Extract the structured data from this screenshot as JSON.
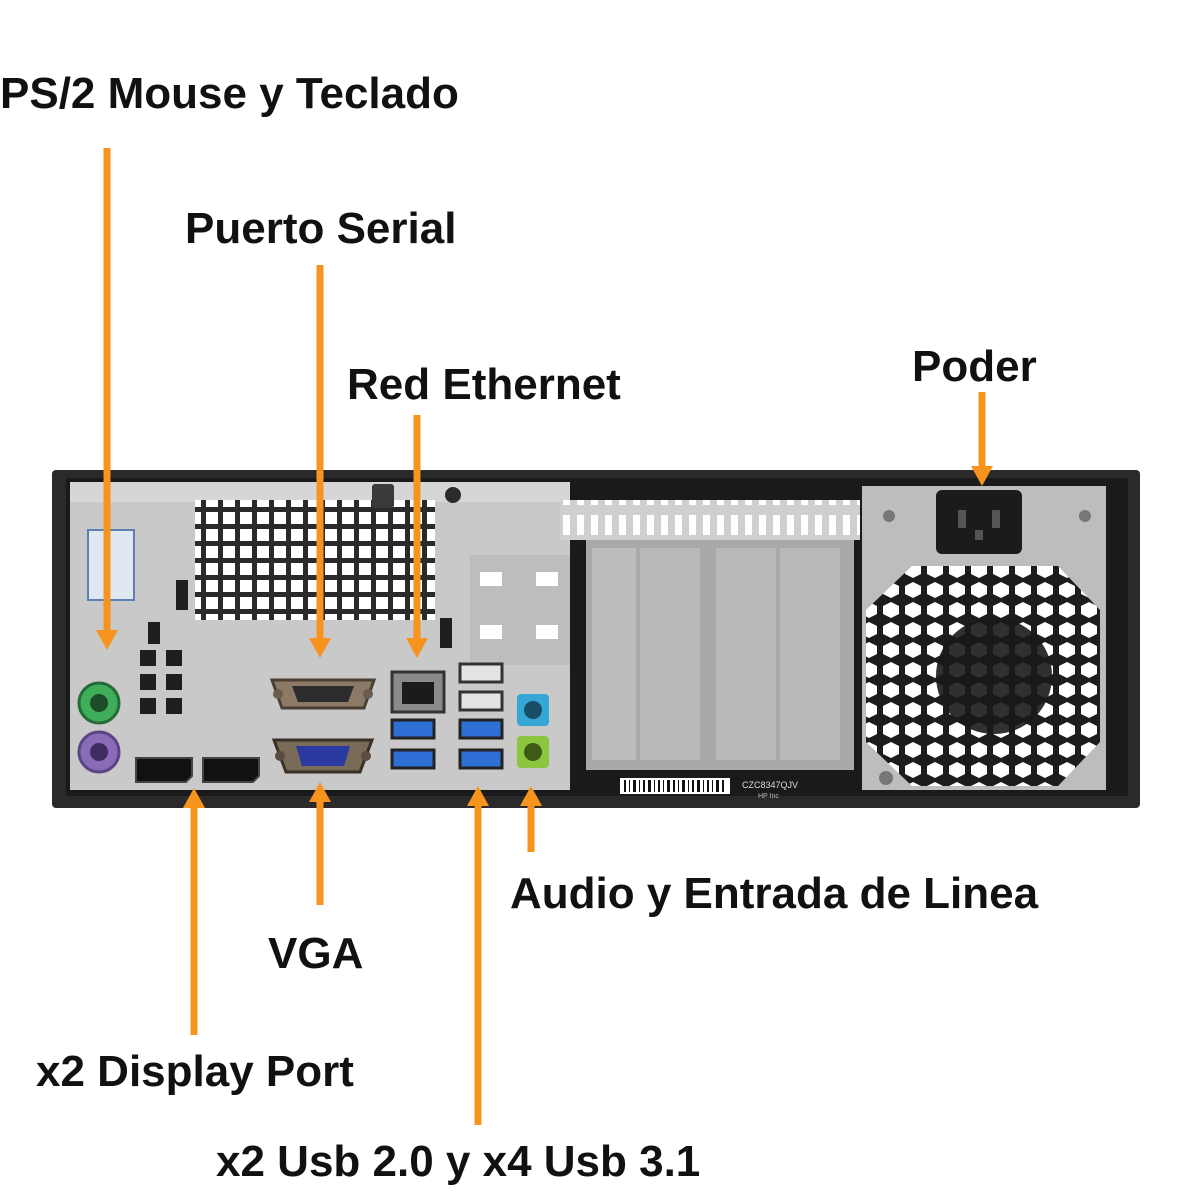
{
  "labels": {
    "ps2": "PS/2 Mouse y Teclado",
    "serial": "Puerto Serial",
    "ethernet": "Red Ethernet",
    "power": "Poder",
    "audio": "Audio y Entrada de Linea",
    "vga": "VGA",
    "displayport": "x2 Display Port",
    "usb": "x2 Usb 2.0 y x4 Usb 3.1"
  },
  "chassis_text": {
    "serial_number": "CZC8347QJV",
    "maker": "HP Inc"
  },
  "colors": {
    "arrow": "#f7941d",
    "chassis": "#2a2a2a",
    "panel": "#c8c8c8",
    "usb3_blue": "#2e6fd6",
    "ps2_mouse": "#3fae5a",
    "ps2_keyboard": "#8a6bb8",
    "audio_in": "#35a7d6",
    "audio_out": "#8cc63f",
    "vga_blue": "#2a3aa0"
  }
}
